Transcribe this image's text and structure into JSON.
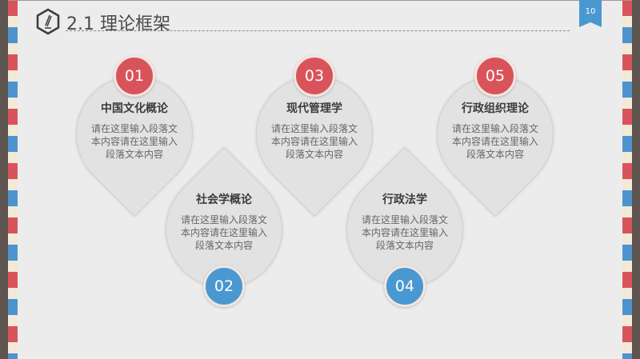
{
  "header": {
    "title": "2.1 理论框架",
    "page_number": "10"
  },
  "colors": {
    "red": "#d9545a",
    "blue": "#4a98d1"
  },
  "items": [
    {
      "number": "01",
      "title": "中国文化概论",
      "text": "请在这里输入段落文本内容请在这里输入段落文本内容"
    },
    {
      "number": "02",
      "title": "社会学概论",
      "text": "请在这里输入段落文本内容请在这里输入段落文本内容"
    },
    {
      "number": "03",
      "title": "现代管理学",
      "text": "请在这里输入段落文本内容请在这里输入段落文本内容"
    },
    {
      "number": "04",
      "title": "行政法学",
      "text": "请在这里输入段落文本内容请在这里输入段落文本内容"
    },
    {
      "number": "05",
      "title": "行政组织理论",
      "text": "请在这里输入段落文本内容请在这里输入段落文本内容"
    }
  ]
}
